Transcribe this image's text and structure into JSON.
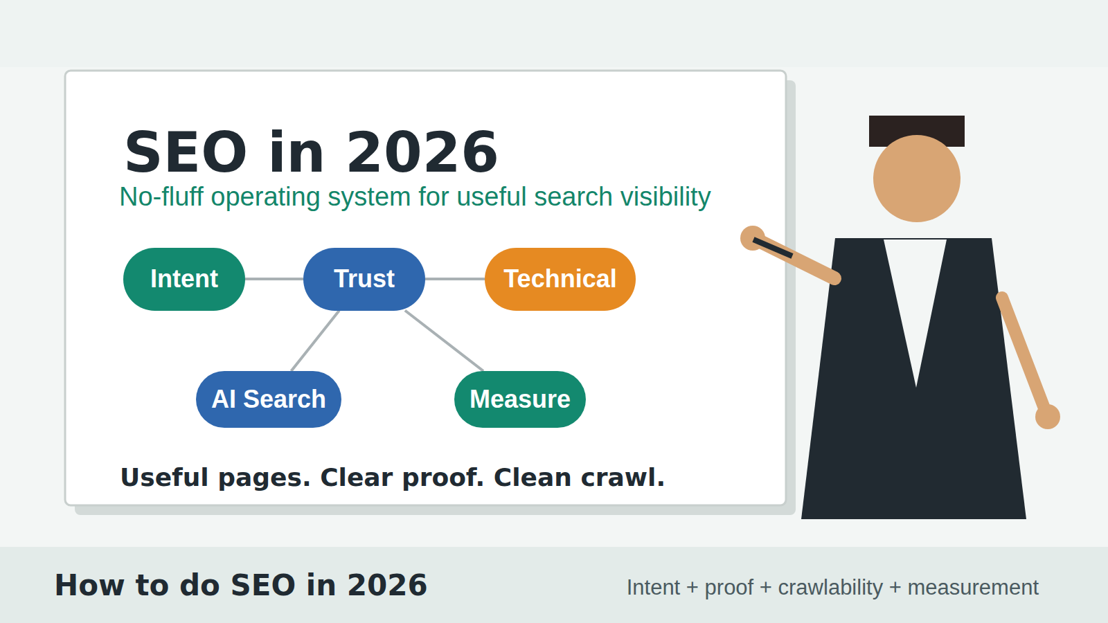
{
  "diagram": {
    "title": "SEO in 2026",
    "caption": "How to do SEO in 2026",
    "nodes": [
      {
        "text": [
          "Intent"
        ]
      },
      {
        "text": [
          "Trust"
        ]
      },
      {
        "text": [
          "Technical"
        ]
      },
      {
        "text": [
          "AI Search"
        ]
      },
      {
        "text": [
          "Measure"
        ]
      }
    ],
    "edges": [
      {
        "from": 0,
        "to": 1,
        "arrow": "none"
      },
      {
        "from": 1,
        "to": 2,
        "arrow": "none"
      },
      {
        "from": 1,
        "to": 3,
        "arrow": "none"
      },
      {
        "from": 1,
        "to": 4,
        "arrow": "none"
      }
    ],
    "labels": [
      "No-fluff operating system for useful search visibility",
      "Useful pages. Clear proof. Clean crawl.",
      "Intent + proof + crawlability + measurement"
    ]
  }
}
